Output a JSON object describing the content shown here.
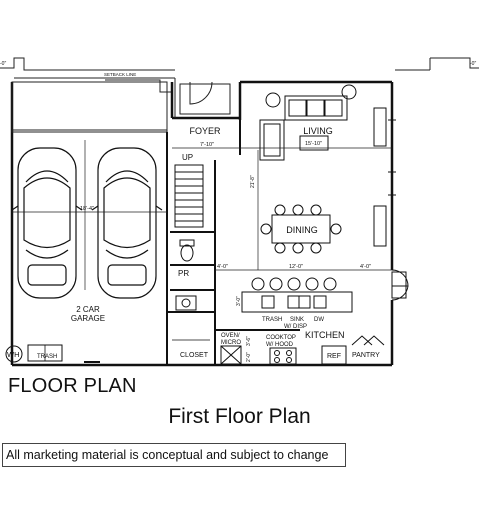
{
  "titles": {
    "floor_plan": "FLOOR PLAN",
    "first_floor": "First Floor Plan"
  },
  "disclaimer": "All marketing material is conceptual and subject to change",
  "rooms": {
    "foyer": "FOYER",
    "living": "LIVING",
    "dining": "DINING",
    "garage_line1": "2 CAR",
    "garage_line2": "GARAGE",
    "kitchen": "KITCHEN",
    "pantry": "PANTRY",
    "closet": "CLOSET",
    "powder": "PR",
    "wh": "WH"
  },
  "labels": {
    "setback": "SETBACK LINE",
    "stair_up": "UP",
    "oven_line1": "OVEN/",
    "oven_line2": "MICRO",
    "trash": "TRASH",
    "sink": "SINK",
    "dw": "DW",
    "w_disp": "W/ DISP",
    "cooktop_line1": "COOKTOP",
    "cooktop_line2": "W/ HOOD",
    "ref": "REF",
    "garage_trash": "TRASH"
  },
  "dimensions": {
    "top_left": "-0\"",
    "top_right": "-0\"",
    "foyer_width": "7'-10\"",
    "living_width": "15'-10\"",
    "garage_width": "18'-4\"",
    "dining_height": "21'-8\"",
    "kitchen_left": "4'-0\"",
    "kitchen_center": "12'-0\"",
    "kitchen_right": "4'-0\"",
    "island_depth": "3'-0\"",
    "kitchen_depth": "3'-6\"",
    "small_depth": "2'-0\""
  }
}
